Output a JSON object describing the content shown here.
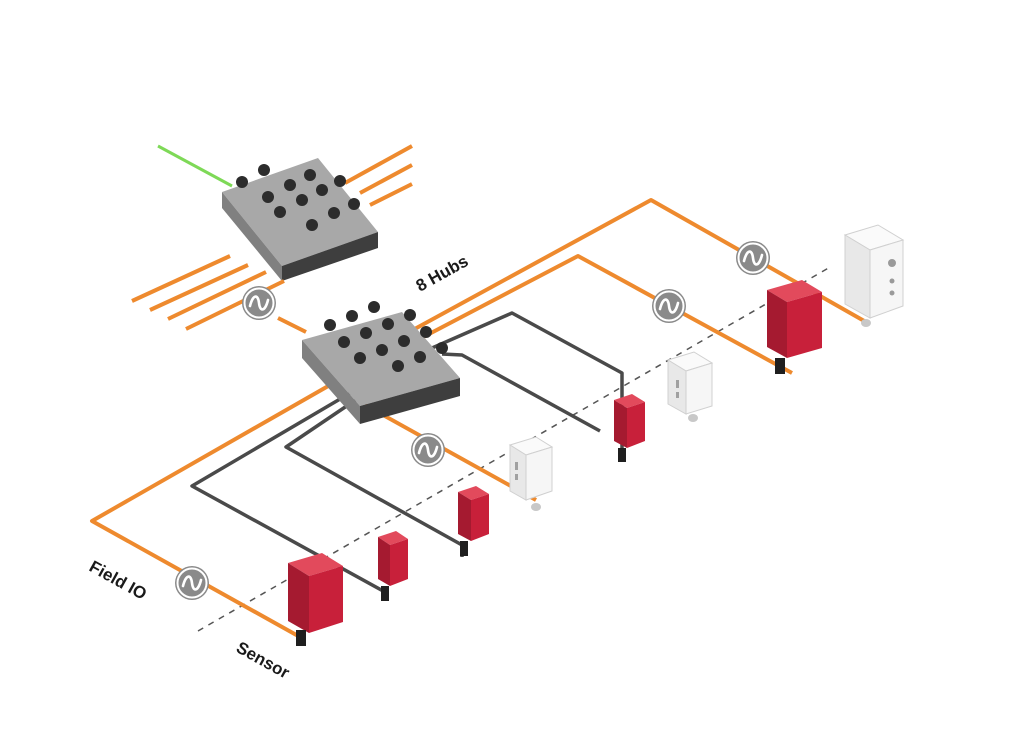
{
  "labels": {
    "hubs": "8 Hubs",
    "field_io": "Field IO",
    "sensor": "Sensor"
  },
  "colors": {
    "cable_orange": "#ee8a2e",
    "cable_dark": "#4a4a4a",
    "ethernet_green": "#7ed957",
    "hub_body": "#9e9e9e",
    "sensor_red": "#c8203a",
    "sensor_white": "#f2f2f2",
    "converter_icon": "#8a8a8a"
  },
  "icons": [
    "io-link-converter-icon",
    "field-io-hub-icon",
    "sensor-icon"
  ]
}
